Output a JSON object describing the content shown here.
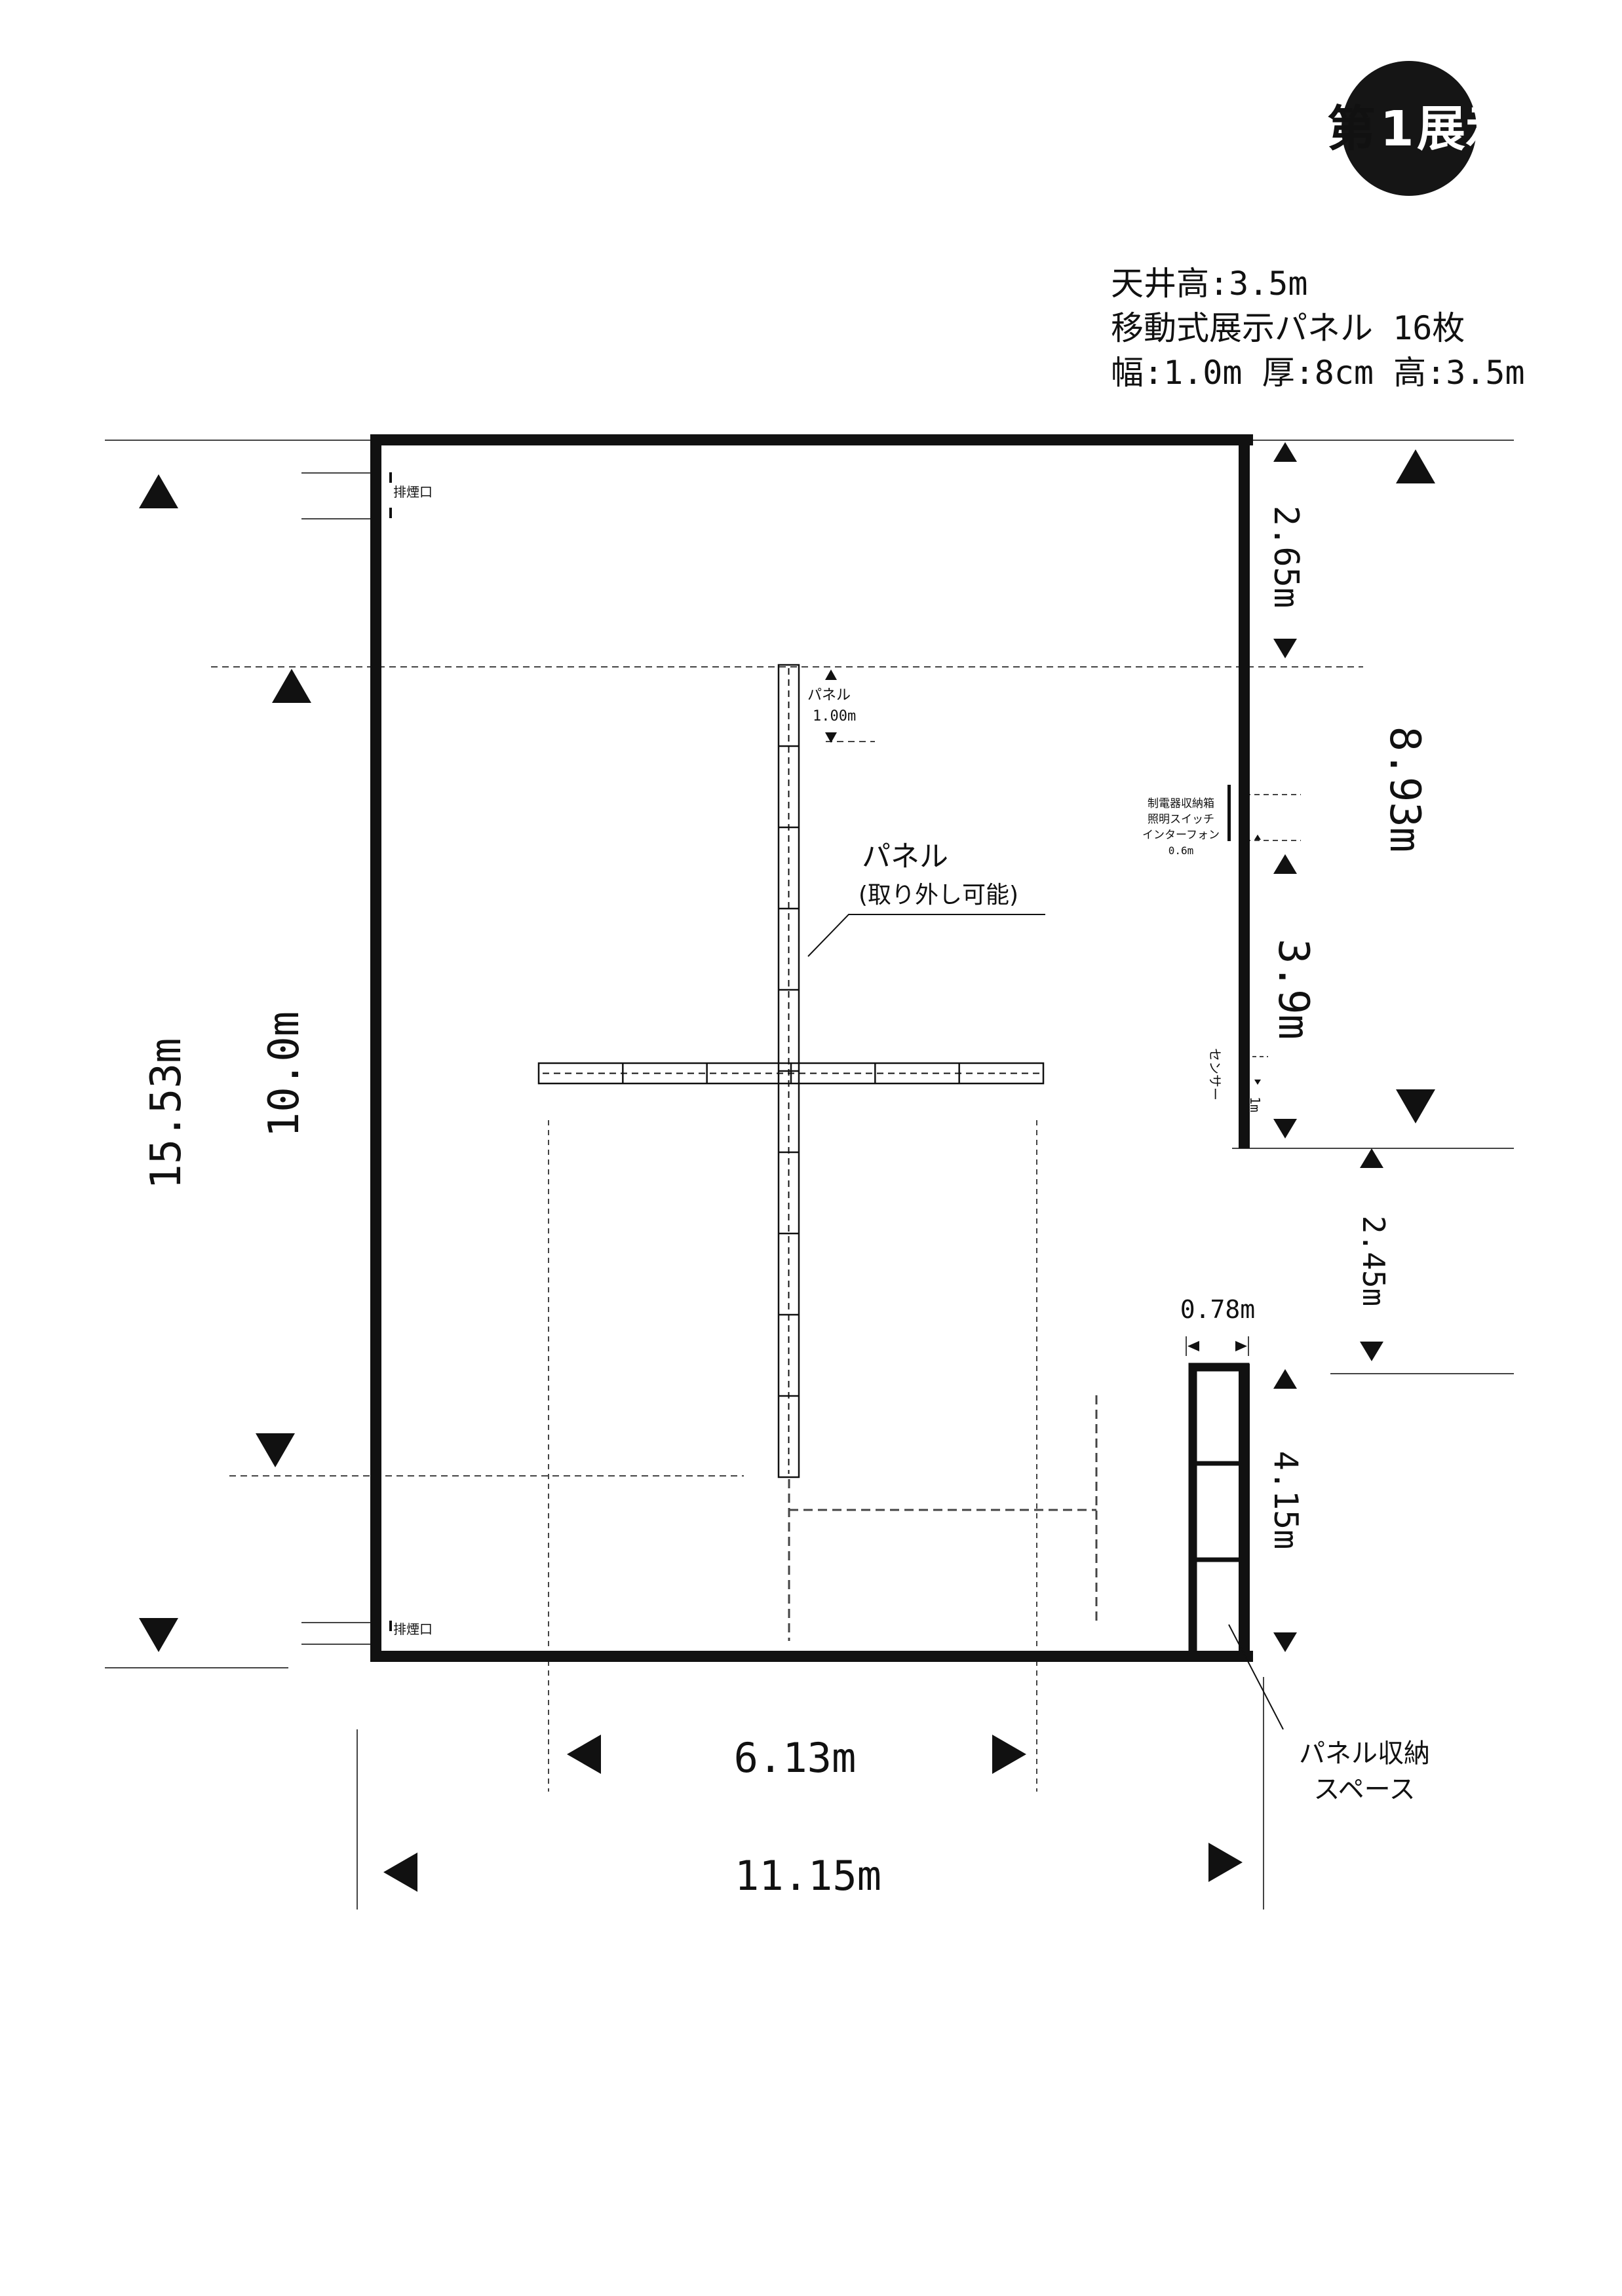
{
  "header": {
    "prefix": "第",
    "number": "1",
    "suffix": "展示室"
  },
  "specs": {
    "line1": "天井高:3.5m",
    "line2": "移動式展示パネル 16枚",
    "line3": "幅:1.0m 厚:8cm 高:3.5m"
  },
  "labels": {
    "smoke_vent_top": "排煙口",
    "smoke_vent_bottom": "排煙口",
    "panel_unit": "パネル",
    "panel_unit_size": "1.00m",
    "panel_title": "パネル",
    "panel_note": "(取り外し可能)",
    "equipment_line1": "制電器収納箱",
    "equipment_line2": "照明スイッチ",
    "equipment_line3": "インターフォン",
    "equipment_size": "0.6m",
    "sensor": "センサー",
    "sensor_offset": "1m",
    "storage_line1": "パネル収納",
    "storage_line2": "スペース"
  },
  "dimensions": {
    "total_depth": "15.53m",
    "inner_depth": "10.0m",
    "top_right": "2.65m",
    "right_total": "8.93m",
    "right_mid": "3.9m",
    "door_gap": "2.45m",
    "storage_width": "0.78m",
    "storage_depth": "4.15m",
    "center_width": "6.13m",
    "total_width": "11.15m"
  },
  "colors": {
    "ink": "#111111",
    "badge": "#151515",
    "paper": "#ffffff"
  },
  "layout": {
    "vertical_panel_modules": 10,
    "horizontal_panel_modules": 6,
    "storage_modules": 3
  }
}
